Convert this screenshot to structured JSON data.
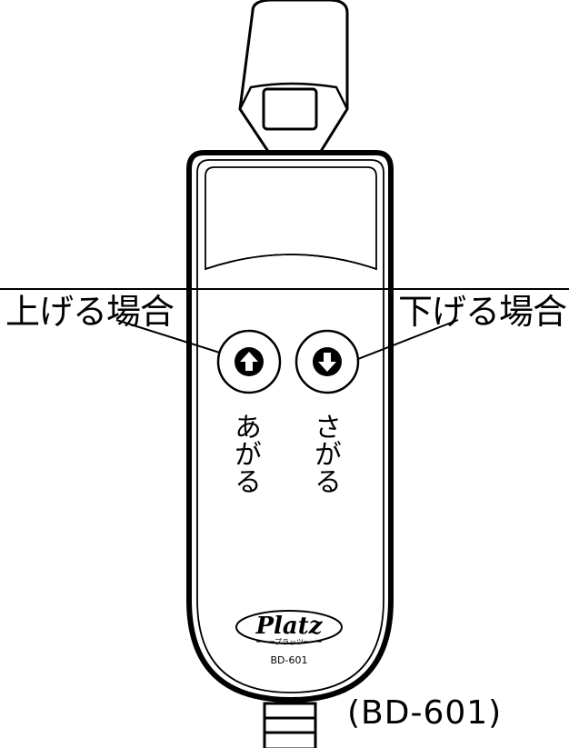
{
  "labels": {
    "up_case": "上げる場合",
    "down_case": "下げる場合",
    "up_button_text": "あがる",
    "down_button_text": "さがる"
  },
  "branding": {
    "logo": "Platz",
    "logo_subtext": "プラッツ",
    "model_small": "BD-601"
  },
  "caption": "(BD-601)",
  "icons": {
    "up_button": "arrow-up-icon",
    "down_button": "arrow-down-icon"
  }
}
